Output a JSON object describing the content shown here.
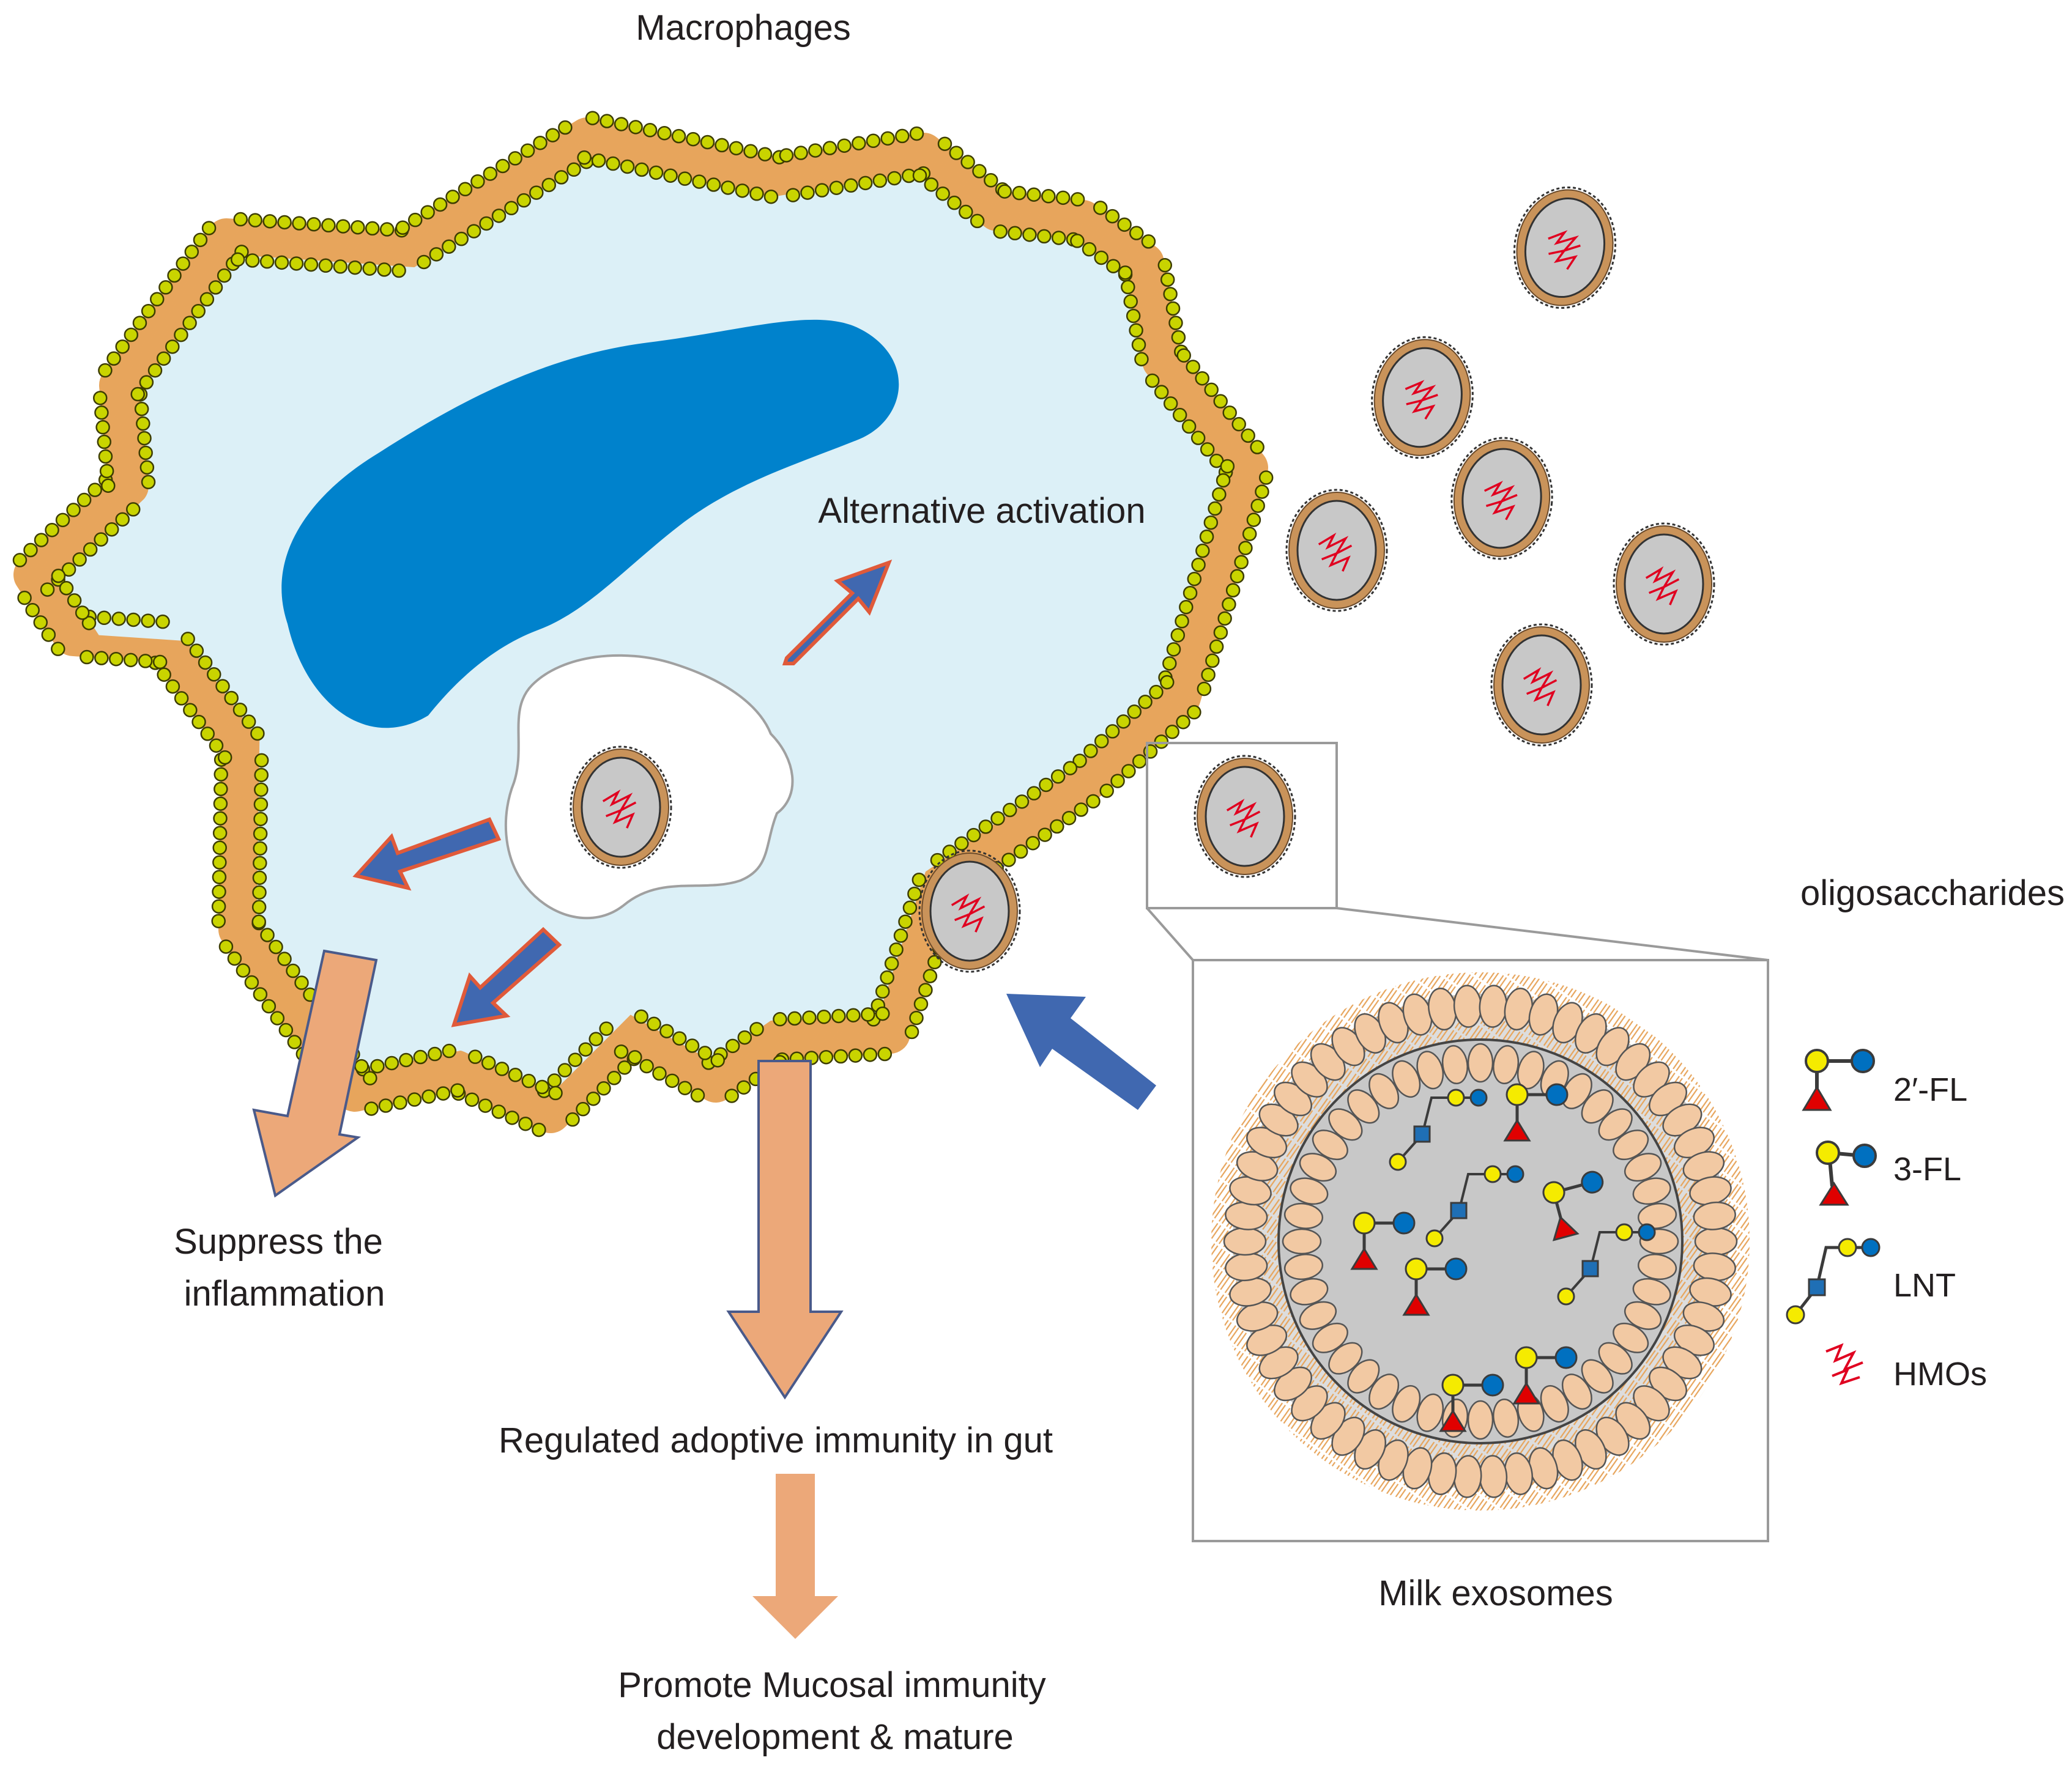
{
  "title": "Macrophages",
  "labels": {
    "alternative_activation": "Alternative activation",
    "oligosaccharides": "oligosaccharides",
    "suppress_line1": "Suppress the",
    "suppress_line2": "inflammation",
    "regulated": "Regulated adoptive immunity in gut",
    "promote_line1": "Promote Mucosal immunity",
    "promote_line2": "development & mature",
    "milk_exosomes": "Milk exosomes"
  },
  "legend": [
    {
      "label": "2′-FL",
      "glyph": "fucosyllactose-2-icon"
    },
    {
      "label": "3-FL",
      "glyph": "fucosyllactose-3-icon"
    },
    {
      "label": "LNT",
      "glyph": "lacto-n-tetraose-icon"
    },
    {
      "label": "HMOs",
      "glyph": "hmo-squiggle-icon"
    }
  ],
  "colors": {
    "cytoplasm": "#dcf0f7",
    "nucleus": "#0082cc",
    "membrane_head": "#c9d400",
    "membrane_tail": "#e7a55c",
    "exosome_core": "#c8c8c8",
    "exosome_ring": "#c9935a",
    "blue_arrow": "#4068b0",
    "arrow_outline": "#e05a3a",
    "orange_arrow": "#eca879",
    "galactose": "#f5eb00",
    "glucose": "#0070c0",
    "fucose": "#e00000",
    "glcnac": "#1f6fb5",
    "hmo_strand": "#e00020"
  }
}
